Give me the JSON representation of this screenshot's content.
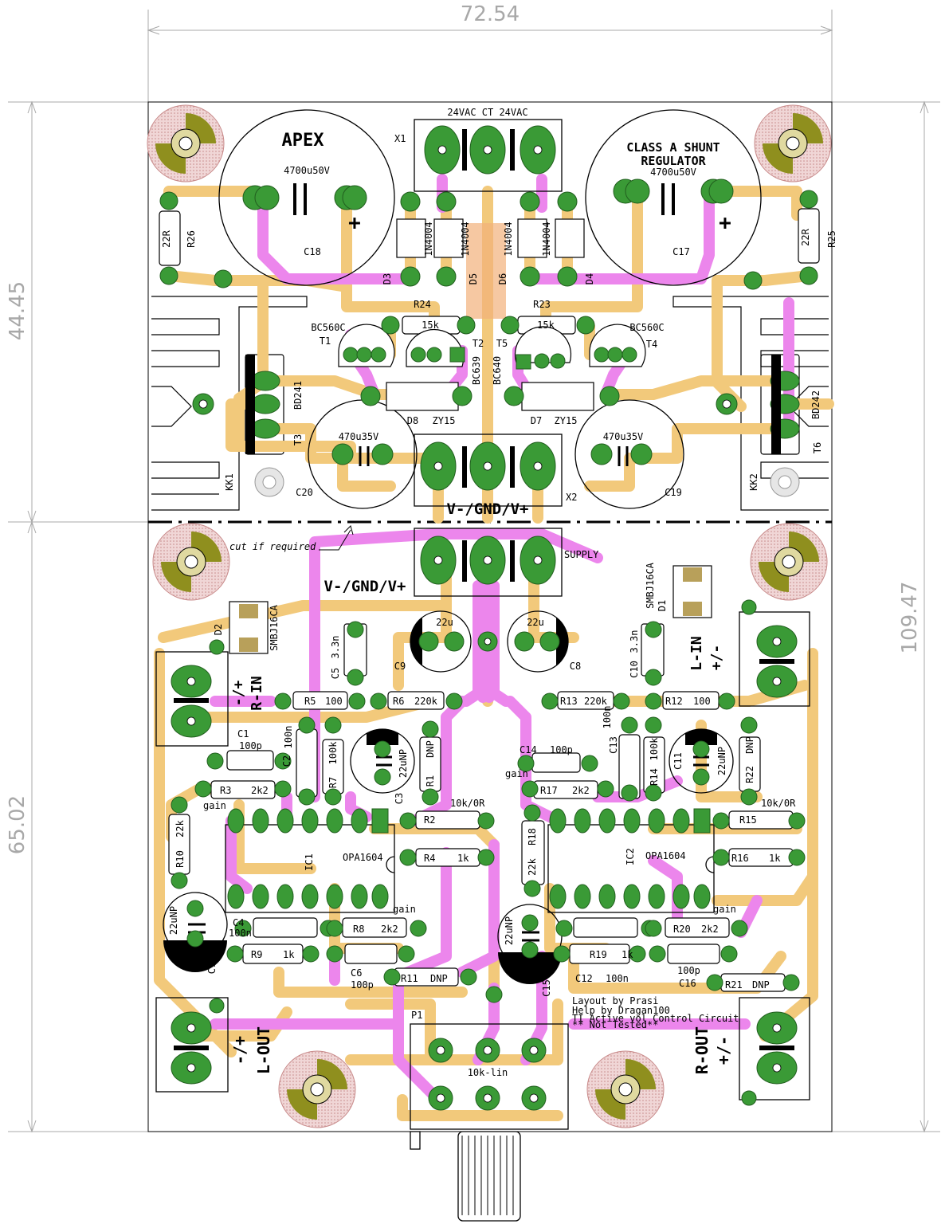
{
  "colors": {
    "trace_top": "#f2c97b",
    "trace_bottom": "#ec86ec",
    "pad": "#3a9a36",
    "drill": "#ffffff",
    "mount_olive": "#8f8f1e",
    "mount_pink": "#e8b9b9",
    "silk": "#000000",
    "dimension": "#a8a8a8"
  },
  "dimensions": {
    "width_top": "72.54",
    "height_upper": "44.45",
    "height_lower": "65.02",
    "height_total": "109.47"
  },
  "labels": {
    "apex": "APEX",
    "regulator_1": "CLASS A SHUNT",
    "regulator_2": "REGULATOR",
    "transformer": "24VAC CT 24VAC",
    "rail_upper": "V-/GND/V+",
    "rail_lower": "V-/GND/V+",
    "supply": "SUPPLY",
    "cut_note": "cut if required",
    "credit_1": "Layout by Prasi",
    "credit_2": "Help by Dragan100",
    "credit_3": "TI Active vol Control Circuit",
    "credit_4": "** Not Tested**",
    "l_in": "L-IN",
    "r_in": "R-IN",
    "l_out": "L-OUT",
    "r_out": "R-OUT",
    "polarity_a": "+/-",
    "polarity_b": "-/+",
    "pot_value": "10k-lin",
    "gain": "gain"
  },
  "components": {
    "X1": "X1",
    "X2": "X2",
    "P1": "P1",
    "C17": "C17",
    "C18": "C18",
    "C19": "C19",
    "C20": "C20",
    "C18_val": "4700u50V",
    "C17_val": "4700u50V",
    "C19_val": "470u35V",
    "C20_val": "470u35V",
    "D3": "D3",
    "D4": "D4",
    "D5": "D5",
    "D6": "D6",
    "diode_val": "1N4004",
    "R23": "R23",
    "R24": "R24",
    "R23_val": "15k",
    "R24_val": "15k",
    "R25": "R25",
    "R26": "R26",
    "R25_val": "22R",
    "R26_val": "22R",
    "T1": "T1",
    "T2": "T2",
    "T3": "T3",
    "T4": "T4",
    "T5": "T5",
    "T6": "T6",
    "BC560C": "BC560C",
    "BC639": "BC639",
    "BC640": "BC640",
    "BD241": "BD241",
    "BD242": "BD242",
    "D7": "D7",
    "D8": "D8",
    "zener": "ZY15",
    "KK1": "KK1",
    "KK2": "KK2",
    "D1": "D1",
    "D2": "D2",
    "tvs": "SMBJ16CA",
    "C8": "C8",
    "C9": "C9",
    "C8_val": "22u",
    "C9_val": "22u",
    "C5": "C5",
    "C10": "C10",
    "C5_val": "3.3n",
    "C10_val": "3.3n",
    "R5": "R5",
    "R5_val": "100",
    "R6": "R6",
    "R6_val": "220k",
    "R12": "R12",
    "R12_val": "100",
    "R13": "R13",
    "R13_val": "220k",
    "C1": "C1",
    "C1_val": "100p",
    "C2": "C2",
    "C2_val": "100n",
    "R7": "R7",
    "R7_val": "100k",
    "C3": "C3",
    "C3_val": "22uNP",
    "R1": "R1",
    "R1_val": "DNP",
    "R3": "R3",
    "R3_val": "2k2",
    "R2": "R2",
    "R4": "R4",
    "R4_val": "1k",
    "R15": "R15",
    "R16": "R16",
    "R16_val": "1k",
    "R2_15_val": "10k/0R",
    "IC1": "IC1",
    "IC2": "IC2",
    "opamp": "OPA1604",
    "R10": "R10",
    "R10_val": "22k",
    "C14": "C14",
    "C14_val": "100p",
    "C13": "C13",
    "C13_val": "100n",
    "R14": "R14",
    "R14_val": "100k",
    "C11": "C11",
    "C11_val": "22uNP",
    "R22": "R22",
    "R22_val": "DNP",
    "R17": "R17",
    "R17_val": "2k2",
    "R18": "R18",
    "R18_val": "22k",
    "C4": "C4",
    "C4_val": "100n",
    "C7": "C7",
    "C7_val": "22uNP",
    "R8": "R8",
    "R8_val": "2k2",
    "R9": "R9",
    "R9_val": "1k",
    "C6": "C6",
    "C6_val": "100p",
    "R11": "R11",
    "R11_val": "DNP",
    "C15": "C15",
    "C15_val": "22uNP",
    "R19": "R19",
    "R19_val": "1k",
    "C12": "C12",
    "C12_val": "100n",
    "R20": "R20",
    "R20_val": "2k2",
    "C16": "C16",
    "C16_val": "100p",
    "R21": "R21",
    "R21_val": "DNP"
  }
}
